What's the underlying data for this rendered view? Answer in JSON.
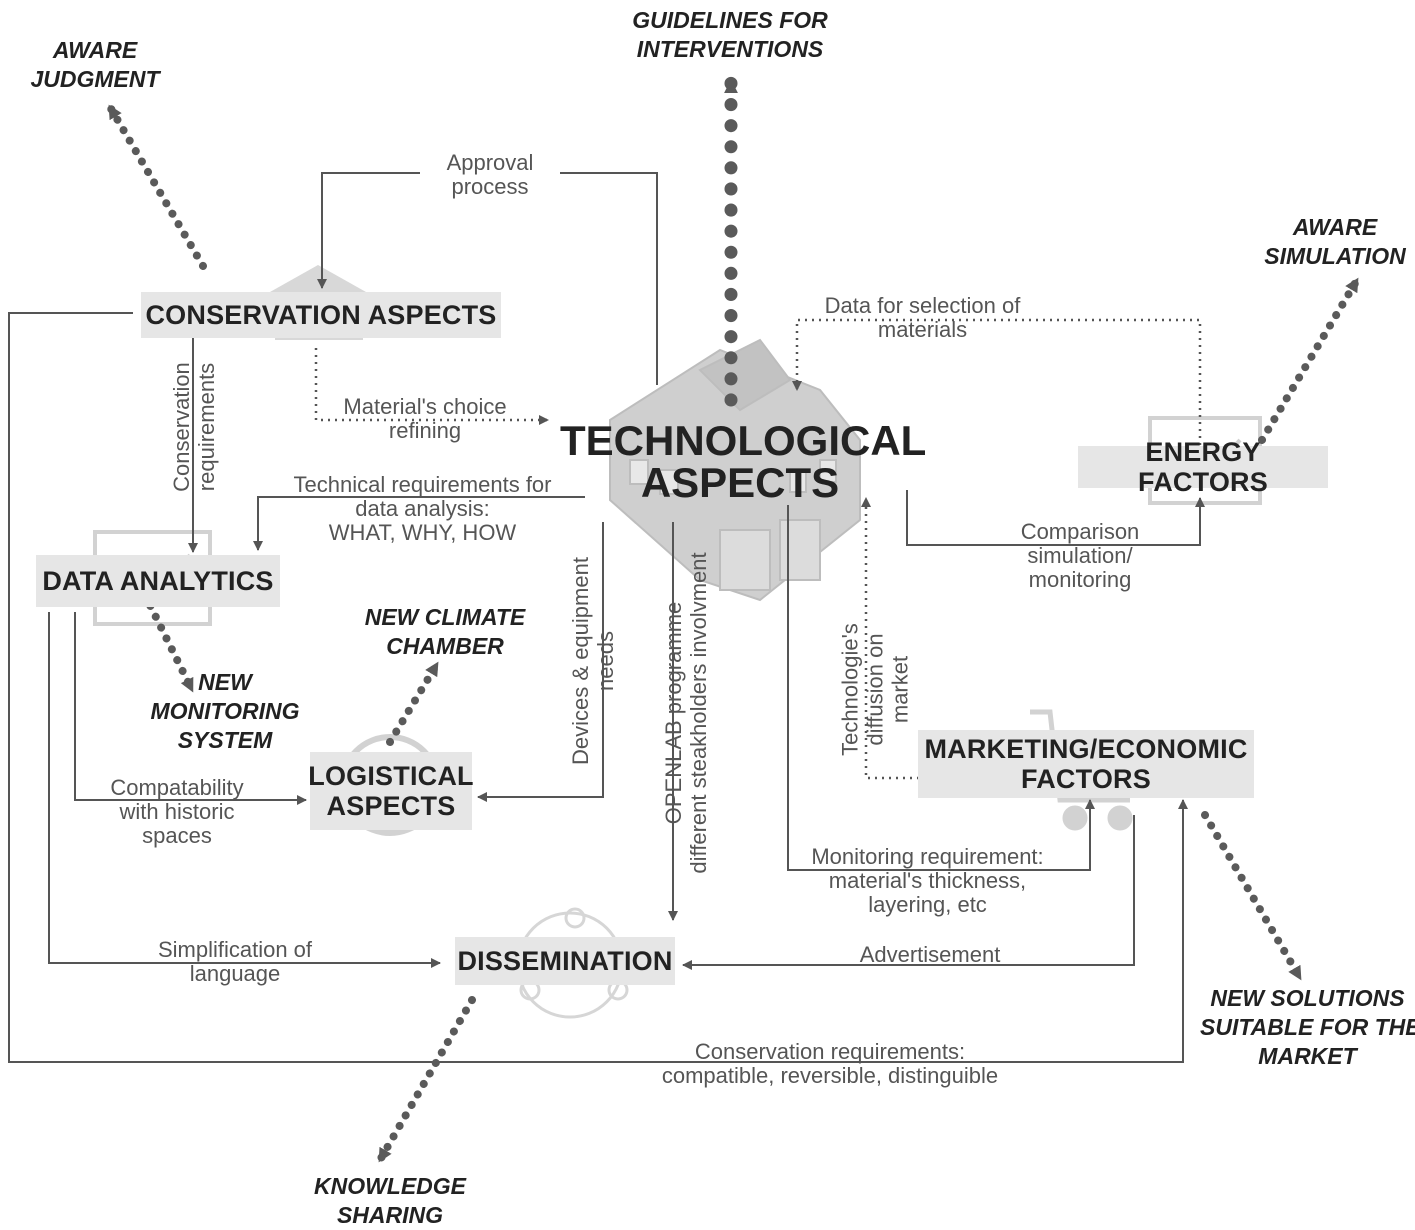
{
  "center": {
    "title_line1": "TECHNOLOGICAL",
    "title_line2": "ASPECTS"
  },
  "boxes": {
    "conservation": "CONSERVATION ASPECTS",
    "data_analytics": "DATA ANALYTICS",
    "logistical_line1": "LOGISTICAL",
    "logistical_line2": "ASPECTS",
    "energy": "ENERGY FACTORS",
    "marketing_line1": "MARKETING/ECONOMIC",
    "marketing_line2": "FACTORS",
    "dissemination": "DISSEMINATION"
  },
  "outcomes": {
    "guidelines_line1": "GUIDELINES FOR",
    "guidelines_line2": "INTERVENTIONS",
    "aware_judgment_line1": "AWARE",
    "aware_judgment_line2": "JUDGMENT",
    "aware_simulation_line1": "AWARE",
    "aware_simulation_line2": "SIMULATION",
    "new_monitoring_line1": "NEW",
    "new_monitoring_line2": "MONITORING",
    "new_monitoring_line3": "SYSTEM",
    "new_climate_line1": "NEW CLIMATE",
    "new_climate_line2": "CHAMBER",
    "new_solutions_line1": "NEW SOLUTIONS",
    "new_solutions_line2": "SUITABLE FOR THE",
    "new_solutions_line3": "MARKET",
    "knowledge_line1": "KNOWLEDGE",
    "knowledge_line2": "SHARING"
  },
  "flows": {
    "approval_line1": "Approval",
    "approval_line2": "process",
    "data_selection_line1": "Data for selection of",
    "data_selection_line2": "materials",
    "materials_choice_line1": "Material's choice",
    "materials_choice_line2": "refining",
    "conservation_req_line1": "Conservation",
    "conservation_req_line2": "requirements",
    "technical_req_line1": "Technical requirements for",
    "technical_req_line2": "data analysis:",
    "technical_req_line3": "WHAT, WHY, HOW",
    "devices_line1": "Devices & equipment",
    "devices_line2": "needs",
    "openlab_line1": "OPENLAB programme",
    "openlab_line2": "different steakholders involvment",
    "diffusion_line1": "Technologie's",
    "diffusion_line2": "diffusion on",
    "diffusion_line3": "market",
    "comparison_line1": "Comparison",
    "comparison_line2": "simulation/",
    "comparison_line3": "monitoring",
    "compat_line1": "Compatability",
    "compat_line2": "with historic",
    "compat_line3": "spaces",
    "monitoring_req_line1": "Monitoring requirement:",
    "monitoring_req_line2": "material's thickness,",
    "monitoring_req_line3": "layering, etc",
    "simplification_line1": "Simplification of",
    "simplification_line2": "language",
    "advertisement": "Advertisement",
    "cons_req2_line1": "Conservation requirements:",
    "cons_req2_line2": "compatible, reversible, distinguible"
  },
  "colors": {
    "box_fill": "#e6e6e6",
    "line": "#555555",
    "dots": "#5a5a5a",
    "ghost_icon": "#cfcfcf"
  }
}
